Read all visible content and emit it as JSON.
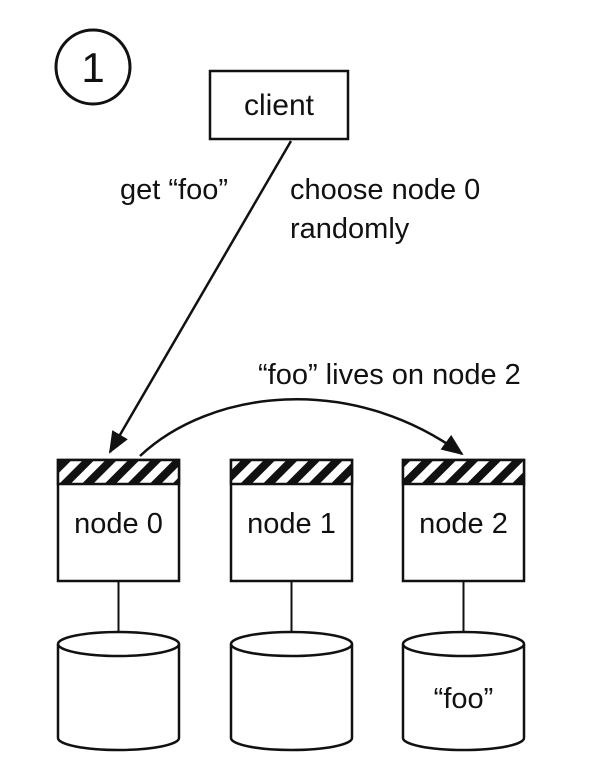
{
  "step": {
    "number": "1"
  },
  "client": {
    "label": "client"
  },
  "request": {
    "label": "get “foo”",
    "note_line1": "choose node 0",
    "note_line2": "randomly"
  },
  "forward": {
    "label": "“foo” lives on node 2"
  },
  "nodes": [
    {
      "label": "node 0"
    },
    {
      "label": "node 1"
    },
    {
      "label": "node 2"
    }
  ],
  "storage": [
    {
      "content": ""
    },
    {
      "content": ""
    },
    {
      "content": "“foo”"
    }
  ],
  "colors": {
    "stroke": "#111111",
    "background": "#ffffff"
  }
}
